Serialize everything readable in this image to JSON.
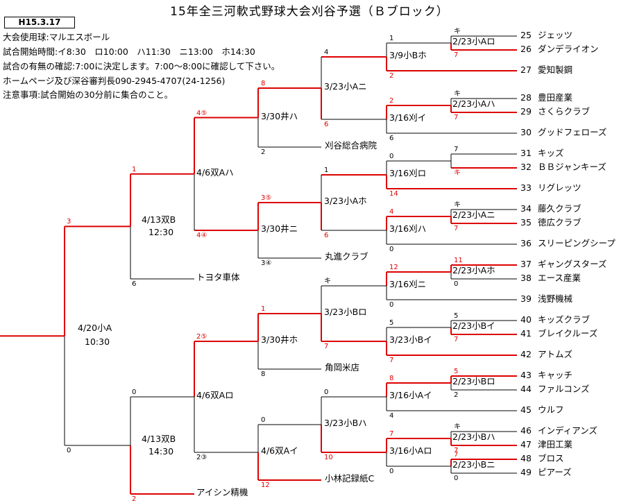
{
  "title": "15年全三河軟式野球大会刈谷予選（Ｂブロック）",
  "date": "H15.3.17",
  "info": [
    "大会使用球:マルエスボール",
    "試合開始時間:イ8:30　ロ10:00　ハ11:30　ニ13:00　ホ14:30",
    "試合の有無の確認:7:00に決定します。7:00～8:00に確認して下さい。",
    "ホームページ及び深谷審判長090-2945-4707(24-1256)",
    "注意事項:試合開始の30分前に集合のこと。"
  ],
  "teams": [
    {
      "no": "25",
      "name": "ジェッツ"
    },
    {
      "no": "26",
      "name": "ダンデライオン"
    },
    {
      "no": "27",
      "name": "愛知製鋼"
    },
    {
      "no": "28",
      "name": "豊田産業"
    },
    {
      "no": "29",
      "name": "さくらクラブ"
    },
    {
      "no": "30",
      "name": "グッドフェローズ"
    },
    {
      "no": "31",
      "name": "キッズ"
    },
    {
      "no": "32",
      "name": "ＢＢジャンキーズ"
    },
    {
      "no": "33",
      "name": "リグレッツ"
    },
    {
      "no": "34",
      "name": "藤久クラブ"
    },
    {
      "no": "35",
      "name": "徳広クラブ"
    },
    {
      "no": "36",
      "name": "スリーピングシープ"
    },
    {
      "no": "37",
      "name": "ギャングスターズ"
    },
    {
      "no": "38",
      "name": "エース産業"
    },
    {
      "no": "39",
      "name": "浅野機械"
    },
    {
      "no": "40",
      "name": "キッズクラブ"
    },
    {
      "no": "41",
      "name": "ブレイクルーズ"
    },
    {
      "no": "42",
      "name": "アトムズ"
    },
    {
      "no": "43",
      "name": "キャッチ"
    },
    {
      "no": "44",
      "name": "ファルコンズ"
    },
    {
      "no": "45",
      "name": "ウルフ"
    },
    {
      "no": "46",
      "name": "インディアンズ"
    },
    {
      "no": "47",
      "name": "津田工業"
    },
    {
      "no": "48",
      "name": "ブロス"
    },
    {
      "no": "49",
      "name": "ピアーズ"
    }
  ],
  "seeded_teams": [
    "刈谷総合病院",
    "丸進クラブ",
    "トヨタ車体",
    "角岡米店",
    "小林記録紙C",
    "アイシン精機"
  ],
  "matches": {
    "r1": [
      "2/23小Aロ",
      "2/23小Aハ",
      "2/23小Aニ",
      "2/23小Aホ",
      "2/23小Bイ",
      "2/23小Bロ",
      "2/23小Bハ",
      "2/23小Bニ"
    ],
    "r2": [
      "3/9小Bホ",
      "3/16刈イ",
      "3/16刈ロ",
      "3/16刈ハ",
      "3/16刈ニ",
      "3/23小Bイ",
      "3/16小Aイ",
      "3/16小Aロ"
    ],
    "r3": [
      "3/23小Aニ",
      "3/23小Aホ",
      "3/23小Bロ",
      "3/23小Bハ"
    ],
    "r4": [
      "3/30井ハ",
      "3/30井ニ",
      "3/30井ホ",
      "4/6双Aイ"
    ],
    "r5": [
      "4/6双Aハ",
      "4/6双Aロ"
    ],
    "r6": [
      "4/13双B",
      "4/13双B"
    ],
    "r6_times": [
      "12:30",
      "14:30"
    ],
    "final": "4/20小A",
    "final_time": "10:30"
  },
  "scores": {
    "r1": [
      [
        "キ",
        "7"
      ],
      [
        "キ",
        "7"
      ],
      [
        "キ",
        "7"
      ],
      [
        "11",
        "0"
      ],
      [
        "5",
        "7"
      ],
      [
        "5",
        "2"
      ],
      [
        "キ",
        "7"
      ],
      [
        "7",
        "0"
      ]
    ],
    "r2": [
      [
        "1",
        "2"
      ],
      [
        "2",
        "6"
      ],
      [
        "0",
        "14"
      ],
      [
        "4",
        "0"
      ],
      [
        "12",
        "0"
      ],
      [
        "5",
        "7"
      ],
      [
        "8",
        "4"
      ],
      [
        "7",
        "0"
      ]
    ],
    "r3": [
      [
        "4",
        "6"
      ],
      [
        "1",
        "6"
      ],
      [
        "キ",
        "7"
      ],
      [
        "0",
        "10"
      ]
    ],
    "r4": [
      [
        "8",
        "2"
      ],
      [
        "3⑤",
        "3④"
      ],
      [
        "1",
        "8"
      ],
      [
        "0",
        "12"
      ]
    ],
    "r5": [
      [
        "4⑤",
        "4④"
      ],
      [
        "2⑤",
        "2③"
      ]
    ],
    "r6": [
      [
        "1",
        "6"
      ],
      [
        "0",
        "2"
      ]
    ],
    "final": [
      "3",
      "0"
    ]
  },
  "colors": {
    "winner_line": "#dd0000",
    "line": "#000000"
  }
}
